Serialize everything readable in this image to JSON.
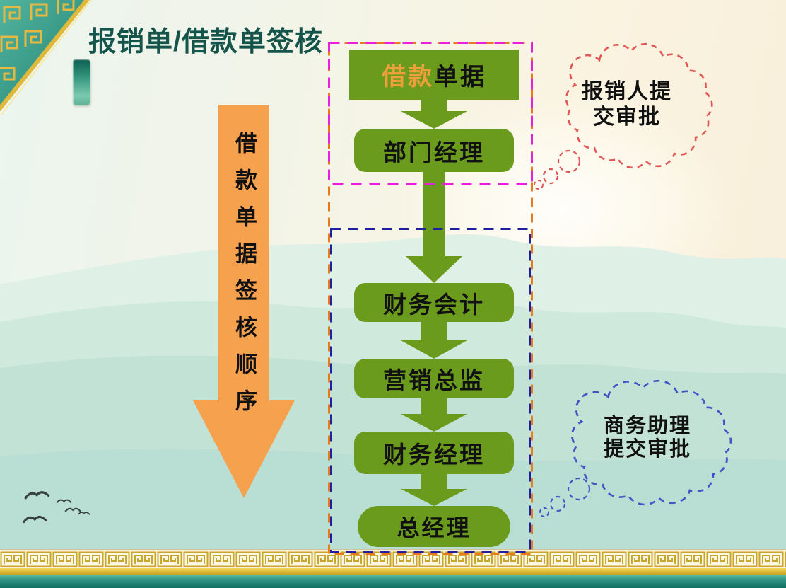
{
  "title": "报销单/借款单签核",
  "side_arrow": {
    "label": "借款单据签核顺序"
  },
  "flow": {
    "nodes": [
      {
        "name": "loan-document",
        "accent": "借款",
        "rest": "单据"
      },
      {
        "name": "department-manager",
        "label": "部门经理"
      },
      {
        "name": "finance-accountant",
        "label": "财务会计"
      },
      {
        "name": "marketing-director",
        "label": "营销总监"
      },
      {
        "name": "finance-manager",
        "label": "财务经理"
      },
      {
        "name": "general-manager",
        "label": "总经理"
      }
    ]
  },
  "callouts": {
    "reimburser": {
      "line1": "报销人提",
      "line2": "交审批"
    },
    "assistant": {
      "line1": "商务助理",
      "line2": "提交审批"
    }
  },
  "colors": {
    "title_text": "#14544A",
    "node_green": "#6B9B1D",
    "node_accent_text": "#ED9F3C",
    "side_arrow_orange": "#F6A14E",
    "magenta_dash": "#EA1FDE",
    "orange_dash": "#E87A1E",
    "blue_dash": "#20209E",
    "red_cloud": "#E25555",
    "blue_cloud": "#4155C6"
  }
}
